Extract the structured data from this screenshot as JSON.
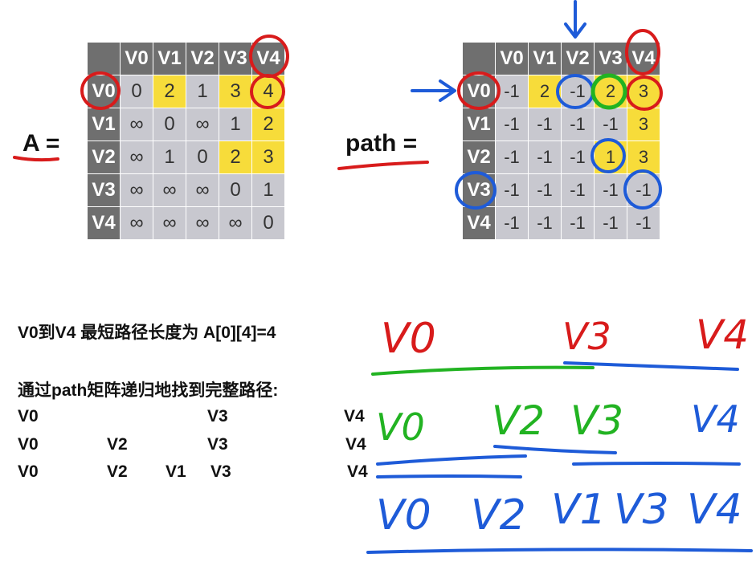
{
  "matrix_A": {
    "name": "A",
    "col_headers": [
      "V0",
      "V1",
      "V2",
      "V3",
      "V4"
    ],
    "row_headers": [
      "V0",
      "V1",
      "V2",
      "V3",
      "V4"
    ],
    "rows": [
      [
        "0",
        "2",
        "1",
        "3",
        "4"
      ],
      [
        "∞",
        "0",
        "∞",
        "1",
        "2"
      ],
      [
        "∞",
        "1",
        "0",
        "2",
        "3"
      ],
      [
        "∞",
        "∞",
        "∞",
        "0",
        "1"
      ],
      [
        "∞",
        "∞",
        "∞",
        "∞",
        "0"
      ]
    ],
    "highlight": [
      [
        0,
        1
      ],
      [
        0,
        3
      ],
      [
        0,
        4
      ],
      [
        1,
        4
      ],
      [
        2,
        3
      ],
      [
        2,
        4
      ]
    ]
  },
  "matrix_path": {
    "name": "path",
    "col_headers": [
      "V0",
      "V1",
      "V2",
      "V3",
      "V4"
    ],
    "row_headers": [
      "V0",
      "V1",
      "V2",
      "V3",
      "V4"
    ],
    "rows": [
      [
        "-1",
        "2",
        "-1",
        "2",
        "3"
      ],
      [
        "-1",
        "-1",
        "-1",
        "-1",
        "3"
      ],
      [
        "-1",
        "-1",
        "-1",
        "1",
        "3"
      ],
      [
        "-1",
        "-1",
        "-1",
        "-1",
        "-1"
      ],
      [
        "-1",
        "-1",
        "-1",
        "-1",
        "-1"
      ]
    ],
    "highlight": [
      [
        0,
        1
      ],
      [
        0,
        3
      ],
      [
        0,
        4
      ],
      [
        1,
        4
      ],
      [
        2,
        3
      ],
      [
        2,
        4
      ]
    ]
  },
  "equals": "=",
  "text": {
    "line1": "V0到V4 最短路径长度为 A[0][4]=4",
    "line2": "通过path矩阵递归地找到完整路径:"
  },
  "path_rows": [
    {
      "a": "V0",
      "b": "",
      "c": "",
      "d": "V3",
      "e": "V4"
    },
    {
      "a": "V0",
      "b": "V2",
      "c": "",
      "d": "V3",
      "e": "V4"
    },
    {
      "a": "V0",
      "b": "V2",
      "c": "V1",
      "d": "V3",
      "e": "V4"
    }
  ],
  "handwriting": {
    "r1": [
      "V0",
      "V3",
      "V4"
    ],
    "r2": [
      "V0",
      "V2",
      "V3",
      "V4"
    ],
    "r3": [
      "V0",
      "V2",
      "V1",
      "V3",
      "V4"
    ]
  },
  "colors": {
    "red": "#d81b1b",
    "blue": "#1e5bd8",
    "green": "#22b322",
    "yellow": "#f7dc3a"
  }
}
